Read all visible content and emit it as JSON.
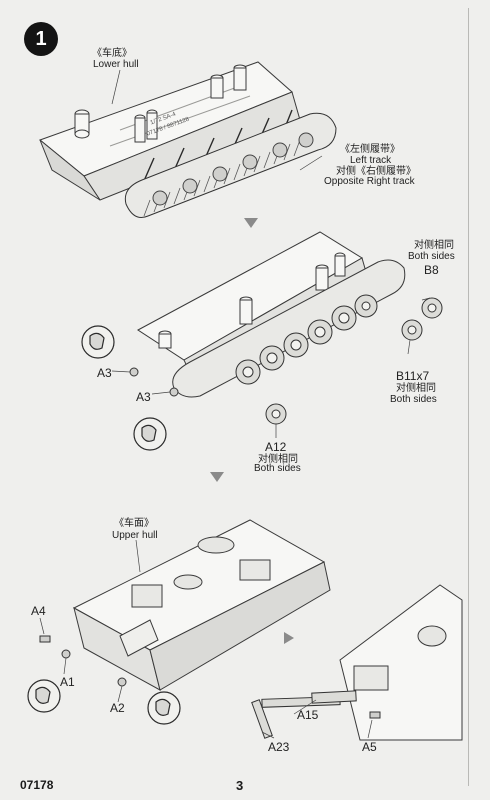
{
  "step": {
    "number": "1"
  },
  "footer": {
    "code": "07178",
    "page": "3"
  },
  "lower_hull": {
    "cn": "《车底》",
    "en": "Lower hull"
  },
  "tracks": {
    "left_cn": "《左侧履带》",
    "left_en": "Left track",
    "opposite_cn": "对侧《右侧履带》",
    "opposite_en": "Opposite Right track"
  },
  "b8": {
    "cn": "对侧相同",
    "en": "Both sides",
    "part": "B8"
  },
  "b11": {
    "part": "B11x7",
    "cn": "对侧相同",
    "en": "Both sides"
  },
  "a12": {
    "part": "A12",
    "cn": "对侧相同",
    "en": "Both sides"
  },
  "a3": {
    "part1": "A3",
    "part2": "A3"
  },
  "hull_marking": {
    "line1": "1/72 SA-4",
    "line2": "07178 / 8871128"
  },
  "upper_hull": {
    "cn": "《车面》",
    "en": "Upper hull"
  },
  "step3_parts": {
    "a4": "A4",
    "a1": "A1",
    "a2": "A2",
    "a15": "A15",
    "a23": "A23",
    "a5": "A5"
  },
  "icons": [
    "glue-icon"
  ],
  "colors": {
    "arrow": "#8a8a8a",
    "badge": "#141414"
  }
}
